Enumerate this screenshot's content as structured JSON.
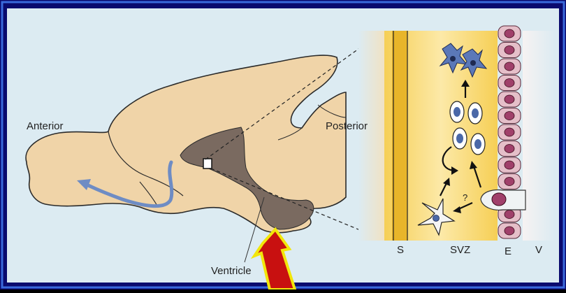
{
  "labels": {
    "anterior": "Anterior",
    "posterior": "Posterior",
    "ventricle": "Ventricle",
    "s": "S",
    "svz": "SVZ",
    "e": "E",
    "v": "V",
    "question": "?"
  },
  "colors": {
    "frame": "#0a0a6e",
    "background": "#dcebf2",
    "brain": "#f0d4a8",
    "ventricle": "#7a6a60",
    "svz_yellow": "#f6cf55",
    "svz_light": "#fce9a8",
    "cell_blue": "#5b78b8",
    "ependymal": "#e5bfc9",
    "ependymal_nucleus": "#a0406a",
    "red_arrow": "#c81010",
    "arrow_outline": "#f2e60a",
    "migration_arrow": "#6e8cc4"
  },
  "icons": {
    "red_arrow": "red-pointer-arrow-icon",
    "migration_arrow": "rostral-migratory-stream-arrow-icon"
  }
}
